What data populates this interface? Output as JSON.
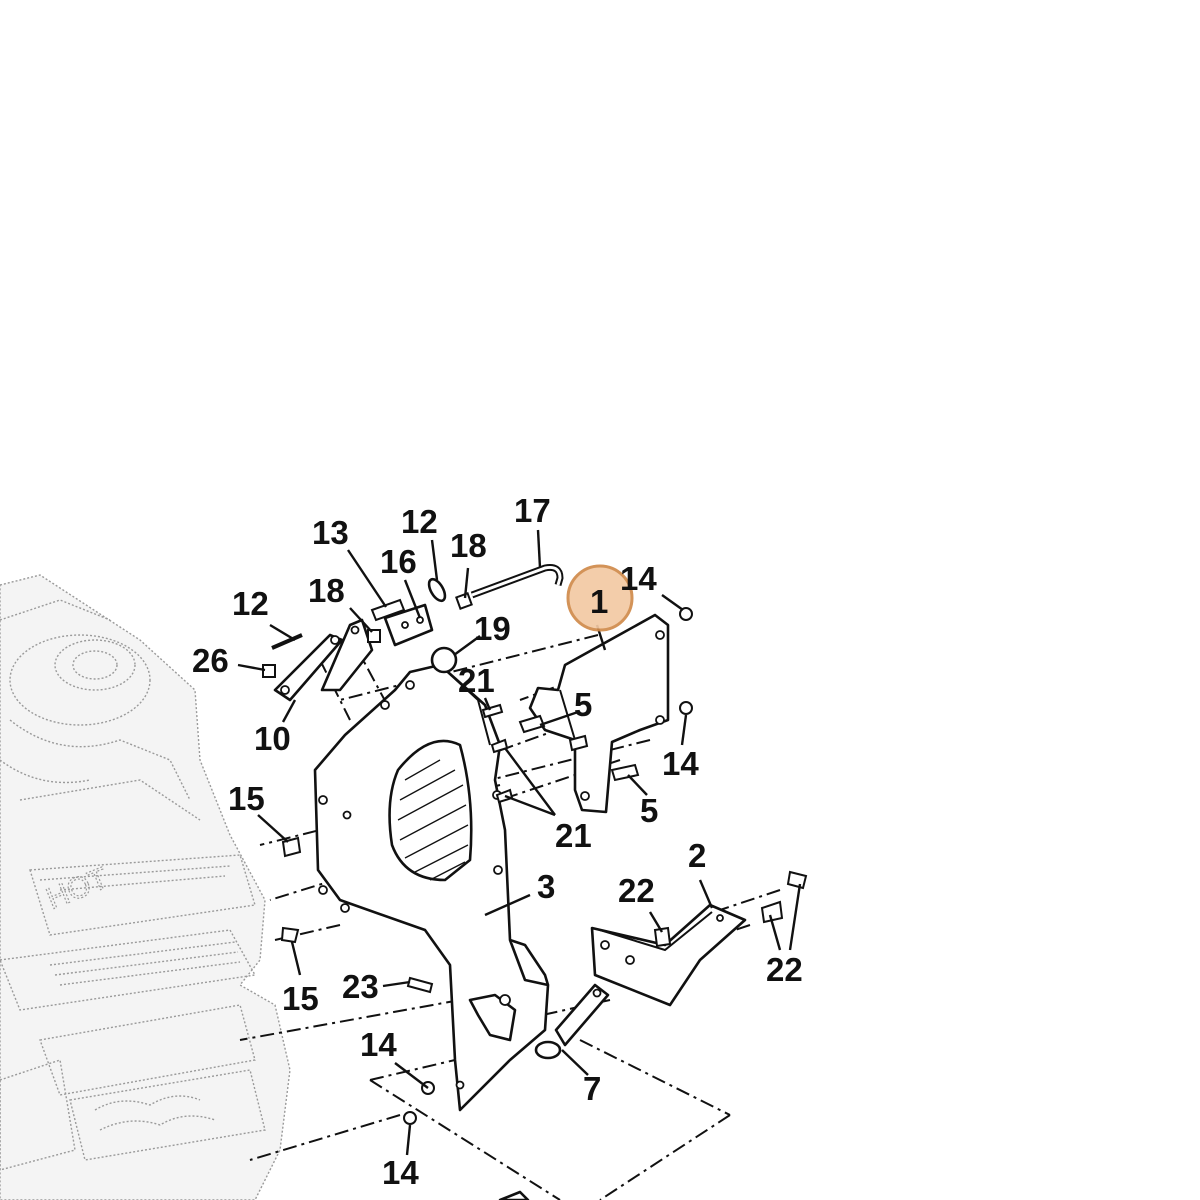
{
  "highlight": {
    "label": "1",
    "fill": "#f3c9a3",
    "stroke": "#d08a4a"
  },
  "callouts": [
    {
      "id": "c1",
      "text": "1"
    },
    {
      "id": "c2",
      "text": "2"
    },
    {
      "id": "c3",
      "text": "3"
    },
    {
      "id": "c5a",
      "text": "5"
    },
    {
      "id": "c5b",
      "text": "5"
    },
    {
      "id": "c7",
      "text": "7"
    },
    {
      "id": "c10",
      "text": "10"
    },
    {
      "id": "c12a",
      "text": "12"
    },
    {
      "id": "c12b",
      "text": "12"
    },
    {
      "id": "c13",
      "text": "13"
    },
    {
      "id": "c14a",
      "text": "14"
    },
    {
      "id": "c14b",
      "text": "14"
    },
    {
      "id": "c14c",
      "text": "14"
    },
    {
      "id": "c14d",
      "text": "14"
    },
    {
      "id": "c15a",
      "text": "15"
    },
    {
      "id": "c15b",
      "text": "15"
    },
    {
      "id": "c16",
      "text": "16"
    },
    {
      "id": "c17",
      "text": "17"
    },
    {
      "id": "c18a",
      "text": "18"
    },
    {
      "id": "c18b",
      "text": "18"
    },
    {
      "id": "c19",
      "text": "19"
    },
    {
      "id": "c21a",
      "text": "21"
    },
    {
      "id": "c21b",
      "text": "21"
    },
    {
      "id": "c22a",
      "text": "22"
    },
    {
      "id": "c22b",
      "text": "22"
    },
    {
      "id": "c23",
      "text": "23"
    },
    {
      "id": "c26",
      "text": "26"
    }
  ],
  "engine_marking": "HOT",
  "icons": {
    "engine": "engine-outline",
    "bolt": "bolt-icon",
    "nut": "nut-icon"
  }
}
